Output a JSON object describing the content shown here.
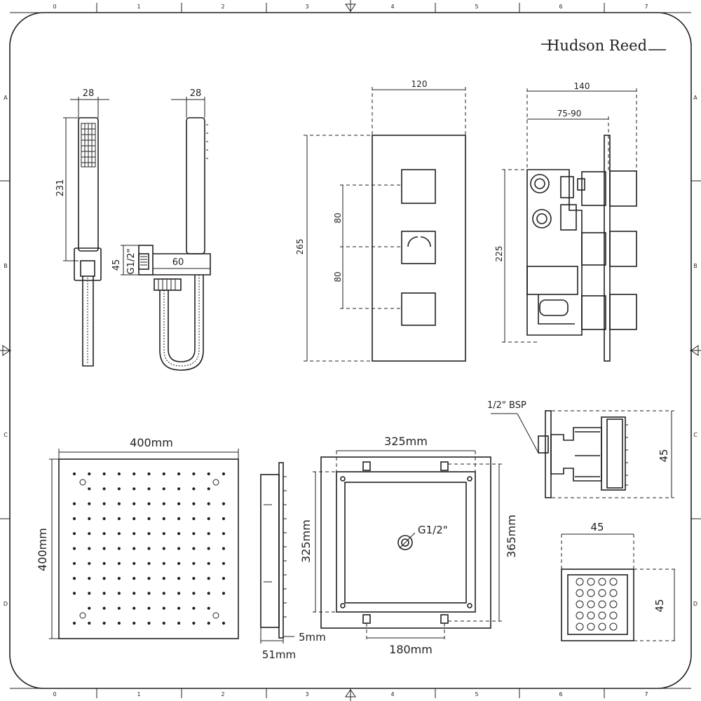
{
  "brand": "Hudson Reed",
  "grid": {
    "cols": [
      "0",
      "1",
      "2",
      "3",
      "4",
      "5",
      "6",
      "7"
    ],
    "rows": [
      "A",
      "B",
      "C",
      "D"
    ]
  },
  "handset": {
    "width_dim": "28",
    "width_dim_side": "28",
    "length_dim": "231",
    "bracket_height": "45",
    "thread": "G1/2\"",
    "bracket_depth": "60"
  },
  "valve": {
    "plate_width": "120",
    "plate_height": "265",
    "spacing_top": "80",
    "spacing_bottom": "80",
    "body_depth_total": "140",
    "body_depth_adjust": "75-90",
    "body_height": "225"
  },
  "shower_head": {
    "width": "400mm",
    "height": "400mm",
    "side_small": "5mm",
    "side_depth": "51mm"
  },
  "ceiling_box": {
    "inner_width": "325mm",
    "inner_height": "325mm",
    "outer_height": "365mm",
    "fixing_spacing": "180mm",
    "inlet": "G1/2\""
  },
  "body_jet": {
    "thread": "1/2\" BSP",
    "side_height": "45",
    "face_width": "45",
    "face_height": "45"
  }
}
